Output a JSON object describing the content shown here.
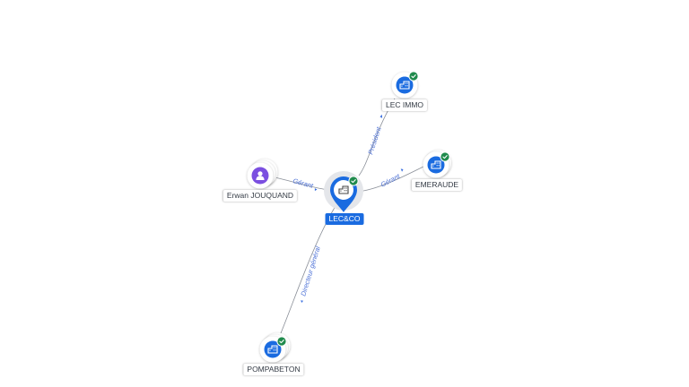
{
  "colors": {
    "accent": "#1a6be0",
    "company_icon": "#1a6be0",
    "person_icon": "#7b4fe0",
    "verified_badge": "#1f8a4c",
    "edge": "#8a8f98",
    "edge_label": "#4a6fd6"
  },
  "center": {
    "label": "LEC&CO",
    "icon": "building-icon",
    "verified": true
  },
  "nodes": [
    {
      "label": "LEC IMMO",
      "type": "company",
      "icon": "building-icon",
      "verified": true
    },
    {
      "label": "EMERAUDE",
      "type": "company",
      "icon": "building-icon",
      "verified": true
    },
    {
      "label": "Erwan JOUQUAND",
      "type": "person",
      "icon": "person-icon",
      "verified": false
    },
    {
      "label": "POMPABETON",
      "type": "company",
      "icon": "building-icon",
      "verified": true
    }
  ],
  "edges": [
    {
      "label": "Président"
    },
    {
      "label": "Gérant"
    },
    {
      "label": "Gérant"
    },
    {
      "label": "Directeur général"
    }
  ]
}
